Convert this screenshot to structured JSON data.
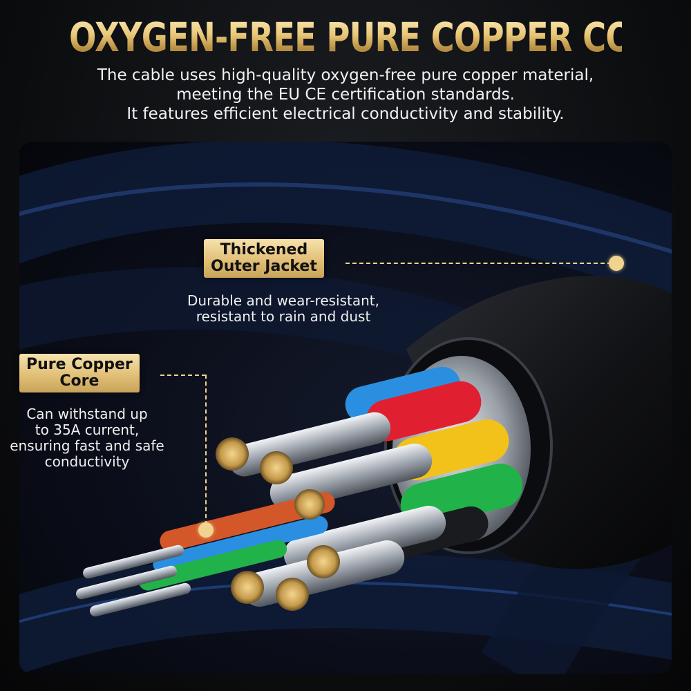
{
  "headline": "OXYGEN-FREE PURE COPPER CORE",
  "description": [
    "The cable uses high-quality oxygen-free pure copper material,",
    "meeting the EU CE certification standards.",
    "It features efficient electrical conductivity and stability."
  ],
  "callouts": {
    "outer_jacket": {
      "label_lines": [
        "Thickened",
        "Outer Jacket"
      ],
      "note_lines": [
        "Durable and wear-resistant,",
        "resistant to rain and dust"
      ]
    },
    "copper_core": {
      "label_lines": [
        "Pure Copper",
        "Core"
      ],
      "note_lines": [
        "Can withstand up",
        "to 35A current,",
        "ensuring fast and safe",
        "conductivity"
      ]
    }
  },
  "colors": {
    "accent_gold": "#f0d38e",
    "wire_red": "#e02030",
    "wire_yellow": "#f2c21a",
    "wire_green": "#22b24a",
    "wire_blue": "#2a8fe0",
    "wire_orange": "#d4572a"
  }
}
